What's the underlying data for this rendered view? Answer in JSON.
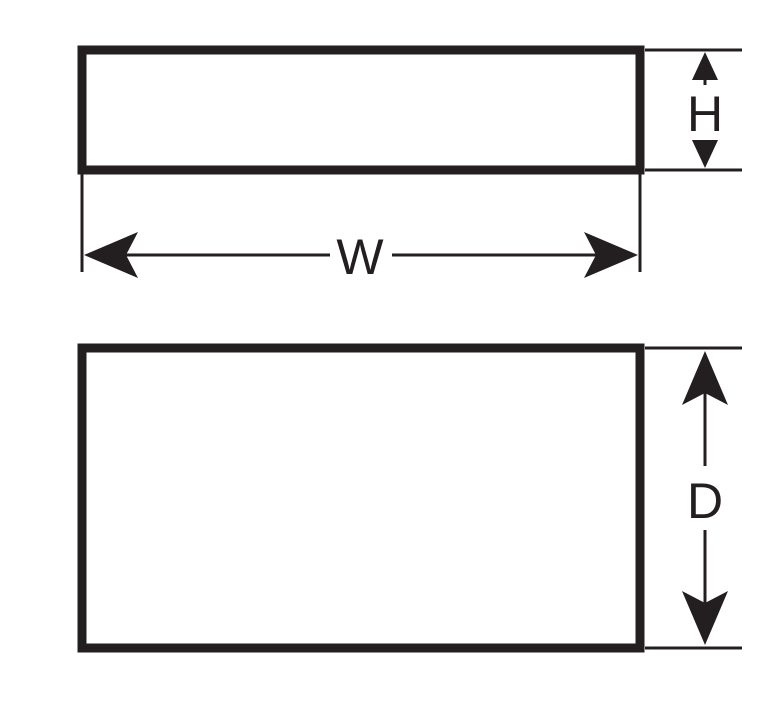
{
  "labels": {
    "height": "H",
    "width": "W",
    "depth": "D"
  },
  "colors": {
    "stroke": "#231f20",
    "background": "#ffffff"
  }
}
